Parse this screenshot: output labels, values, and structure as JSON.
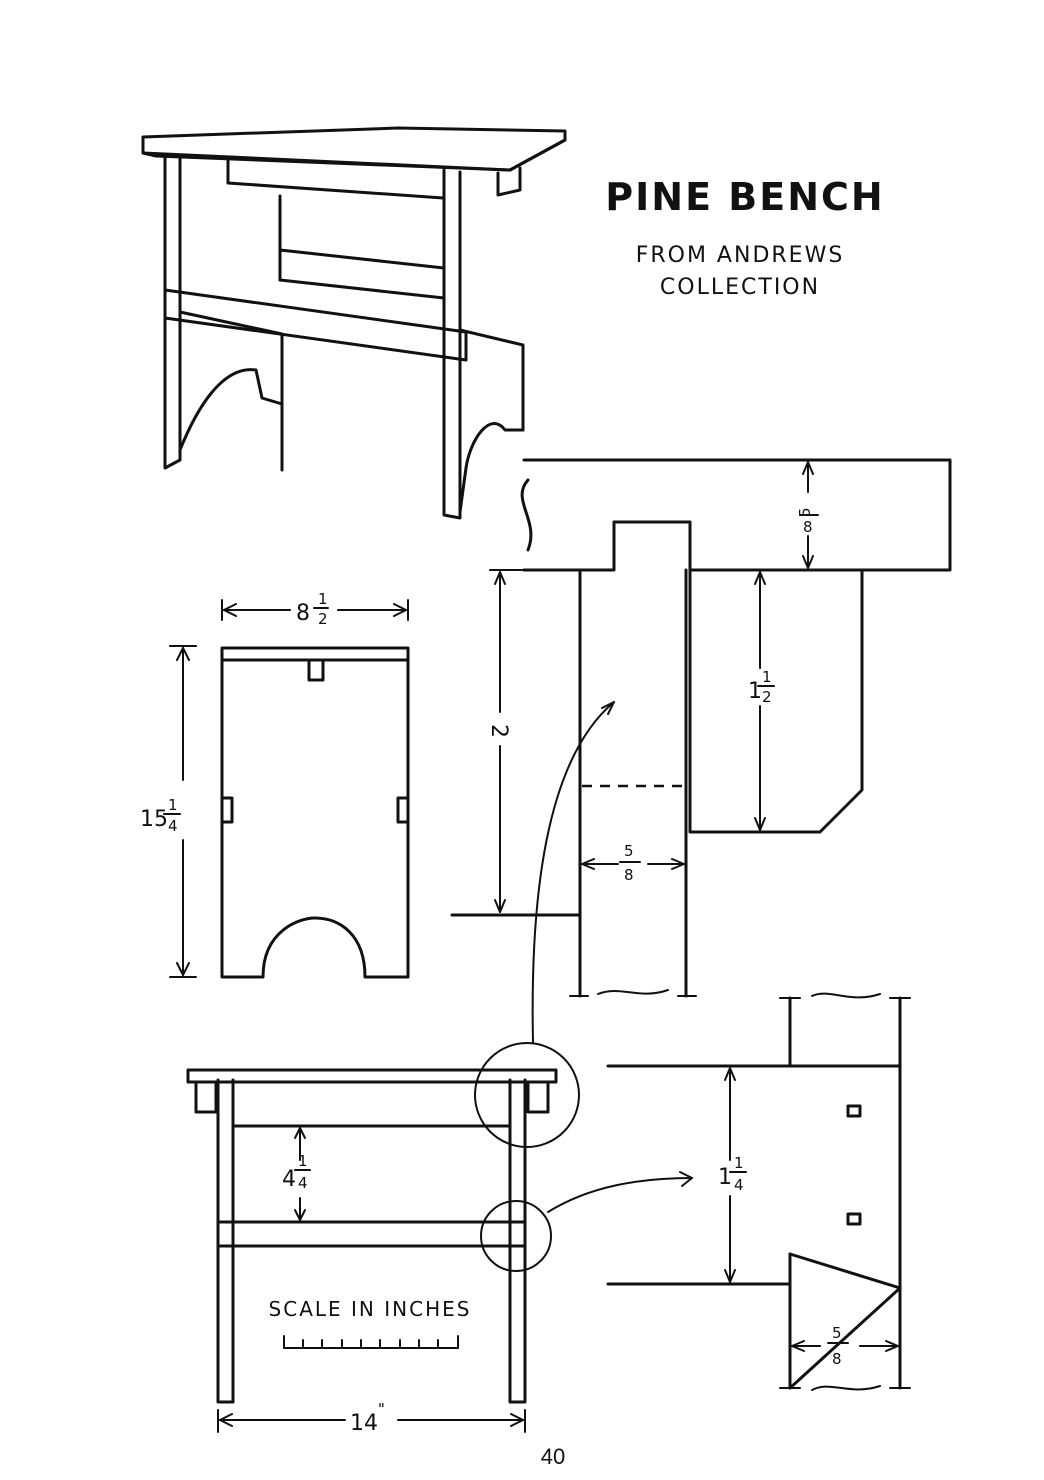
{
  "title": "PINE BENCH",
  "subtitle_line1": "FROM ANDREWS",
  "subtitle_line2": "COLLECTION",
  "scale_label": "SCALE IN INCHES",
  "page_number": "40",
  "dimensions": {
    "end_width": {
      "whole": "8",
      "num": "1",
      "den": "2"
    },
    "end_height": {
      "whole": "15",
      "num": "1",
      "den": "4"
    },
    "apron_gap": {
      "whole": "4",
      "num": "1",
      "den": "4"
    },
    "overall_length": {
      "whole": "14"
    },
    "top_thickness": {
      "num": "5",
      "den": "8"
    },
    "mortise_depth": {
      "whole": "2"
    },
    "apron_height": {
      "whole": "1",
      "num": "1",
      "den": "2"
    },
    "leg_thickness": {
      "num": "5",
      "den": "8"
    },
    "stretcher_height": {
      "whole": "1",
      "num": "1",
      "den": "4"
    },
    "stretcher_thickness": {
      "num": "5",
      "den": "8"
    }
  }
}
